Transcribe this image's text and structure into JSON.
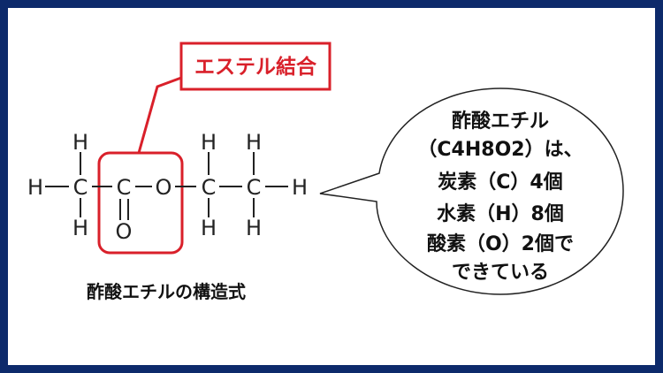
{
  "callout_label": "エステル結合",
  "caption": "酢酸エチルの構造式",
  "bubble_lines": [
    "酢酸エチル",
    "（C4H8O2）は、",
    "炭素（C）4個",
    "水素（H）8個",
    "酸素（O）2個で",
    "できている"
  ],
  "atoms": {
    "h": "H",
    "c": "C",
    "o": "O"
  },
  "colors": {
    "border": "#0d2a6b",
    "highlight": "#d9202a"
  }
}
